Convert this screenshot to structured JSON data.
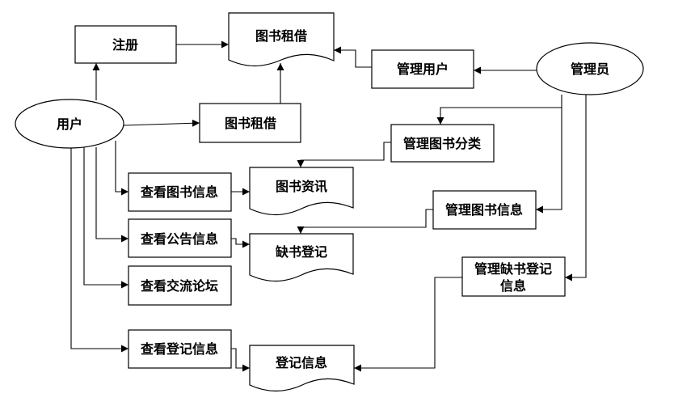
{
  "nodes": {
    "register": "注册",
    "book_rental_doc": "图书租借",
    "manage_users": "管理用户",
    "admin": "管理员",
    "user": "用户",
    "book_rental": "图书租借",
    "manage_category": "管理图书分类",
    "view_book_info": "查看图书信息",
    "book_news_doc": "图书资讯",
    "manage_book_info": "管理图书信息",
    "view_notice_info": "查看公告信息",
    "shortage_doc": "缺书登记",
    "manage_shortage_line1": "管理缺书登记",
    "manage_shortage_line2": "信息",
    "view_forum": "查看交流论坛",
    "view_register_info": "查看登记信息",
    "register_info_doc": "登记信息"
  }
}
